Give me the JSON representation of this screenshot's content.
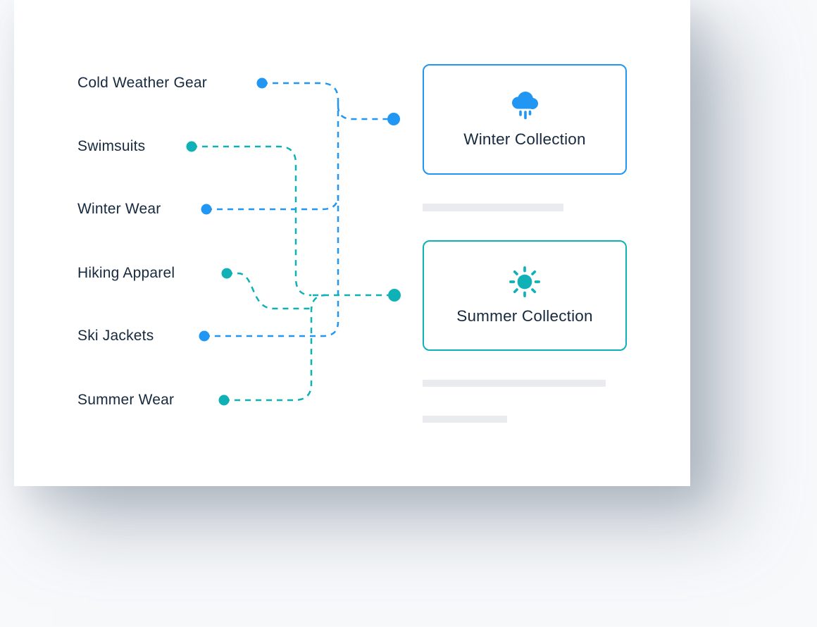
{
  "colors": {
    "blue": "#2196f3",
    "teal": "#0fb1b6",
    "ink": "#16293e",
    "bar": "#e9ebee",
    "page": "#f7f9fb",
    "card": "#ffffff"
  },
  "mapping": {
    "items": [
      {
        "label": "Cold Weather Gear",
        "group": "winter"
      },
      {
        "label": "Swimsuits",
        "group": "summer"
      },
      {
        "label": "Winter Wear",
        "group": "winter"
      },
      {
        "label": "Hiking Apparel",
        "group": "summer"
      },
      {
        "label": "Ski Jackets",
        "group": "winter"
      },
      {
        "label": "Summer Wear",
        "group": "summer"
      }
    ],
    "collections": [
      {
        "label": "Winter Collection",
        "icon": "cloud-rain-icon",
        "group": "winter"
      },
      {
        "label": "Summer Collection",
        "icon": "sun-icon",
        "group": "summer"
      }
    ]
  }
}
